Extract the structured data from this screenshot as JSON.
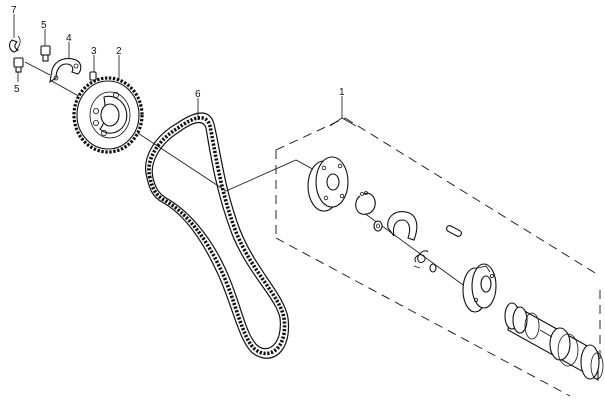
{
  "callouts": {
    "c1": "1",
    "c2": "2",
    "c3": "3",
    "c4": "4",
    "c5a": "5",
    "c5b": "5",
    "c6": "6",
    "c7": "7"
  },
  "colors": {
    "ink": "#111111",
    "paper": "#ffffff"
  }
}
